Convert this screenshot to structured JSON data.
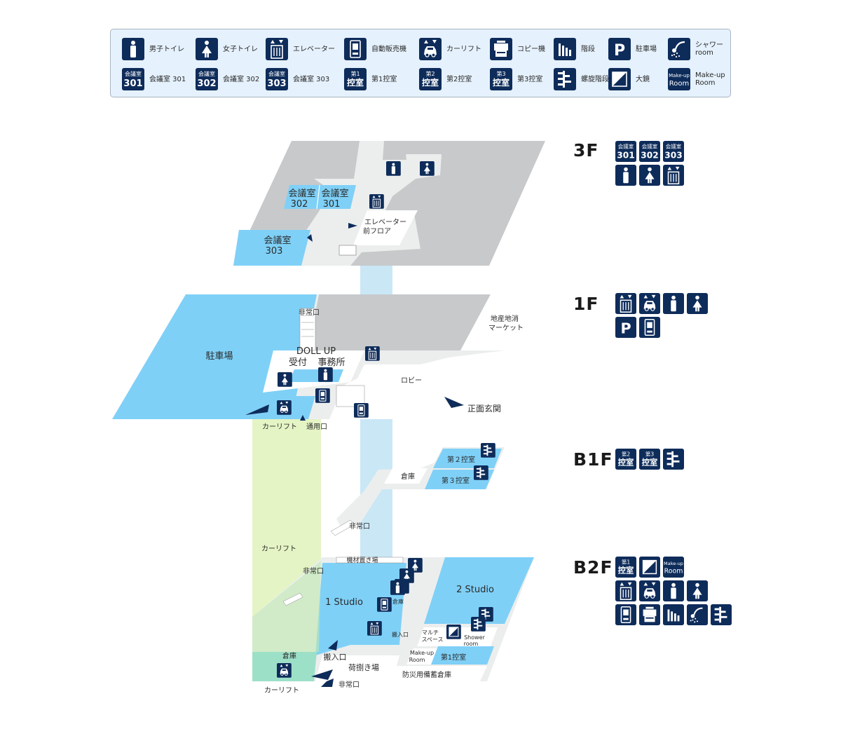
{
  "colors": {
    "navy": "#0e2c5a",
    "room_blue": "#7fd0f7",
    "gray_block": "#c7c9cb",
    "light_gray": "#eceeee",
    "elevator_shaft": "#b8dff3",
    "carlift_shaft": "#e4f4c4",
    "legend_bg": "#e5f1fc"
  },
  "legend": {
    "items": [
      {
        "icon": "mens-toilet-icon",
        "label": "男子トイレ"
      },
      {
        "icon": "womens-toilet-icon",
        "label": "女子トイレ"
      },
      {
        "icon": "elevator-icon",
        "label": "エレベーター"
      },
      {
        "icon": "vending-machine-icon",
        "label": "自動販売機"
      },
      {
        "icon": "car-lift-icon",
        "label": "カーリフト"
      },
      {
        "icon": "copier-icon",
        "label": "コピー機"
      },
      {
        "icon": "stairs-icon",
        "label": "階段"
      },
      {
        "icon": "parking-icon",
        "label": "駐車場"
      },
      {
        "icon": "shower-icon",
        "label": "シャワー\nroom"
      },
      {
        "icon": "meeting-room-301-icon",
        "label": "会議室 301"
      },
      {
        "icon": "meeting-room-302-icon",
        "label": "会議室 302"
      },
      {
        "icon": "meeting-room-303-icon",
        "label": "会議室 303"
      },
      {
        "icon": "waiting-room-1-icon",
        "label": "第1控室"
      },
      {
        "icon": "waiting-room-2-icon",
        "label": "第2控室"
      },
      {
        "icon": "waiting-room-3-icon",
        "label": "第3控室"
      },
      {
        "icon": "spiral-stairs-icon",
        "label": "螺旋階段"
      },
      {
        "icon": "mirror-icon",
        "label": "大鏡"
      },
      {
        "icon": "makeup-room-icon",
        "label": "Make-up\nRoom"
      }
    ]
  },
  "icon_text": {
    "room_word": "会議室",
    "r301": "301",
    "r302": "302",
    "r303": "303",
    "wr1": "第1",
    "wr2": "第2",
    "wr3": "第3",
    "wr_word": "控室",
    "parking": "P",
    "makeup_top": "Make-up",
    "makeup_bottom": "Room"
  },
  "floors": {
    "f3": {
      "label": "3F",
      "icons": [
        "meeting-room-301-icon",
        "meeting-room-302-icon",
        "meeting-room-303-icon",
        "mens-toilet-icon",
        "womens-toilet-icon",
        "elevator-icon"
      ],
      "rooms": {
        "r302_a": "会議室",
        "r302_b": "302",
        "r301_a": "会議室",
        "r301_b": "301",
        "r303_a": "会議室",
        "r303_b": "303",
        "ev_a": "エレベーター",
        "ev_b": "前フロア"
      }
    },
    "f1": {
      "label": "1F",
      "icons": [
        "elevator-icon",
        "car-lift-icon",
        "mens-toilet-icon",
        "womens-toilet-icon",
        "parking-icon",
        "vending-machine-icon"
      ],
      "rooms": {
        "parking": "駐車場",
        "emergency": "非常口",
        "dollup": "DOLL UP",
        "reception": "受付",
        "office": "事務所",
        "market_a": "地産地消",
        "market_b": "マーケット",
        "lobby": "ロビー",
        "main_entrance": "正面玄関",
        "carlift": "カーリフト",
        "service_door": "通用口"
      }
    },
    "b1": {
      "label": "B1F",
      "icons": [
        "waiting-room-2-icon",
        "waiting-room-3-icon",
        "spiral-stairs-icon"
      ],
      "rooms": {
        "storage": "倉庫",
        "wr2": "第２控室",
        "wr3": "第３控室",
        "emergency": "非常口"
      }
    },
    "b2": {
      "label": "B2F",
      "icons": [
        "waiting-room-1-icon",
        "mirror-icon",
        "makeup-room-icon",
        "elevator-icon",
        "car-lift-icon",
        "mens-toilet-icon",
        "womens-toilet-icon",
        "vending-machine-icon",
        "copier-icon",
        "stairs-icon",
        "shower-icon",
        "spiral-stairs-icon"
      ],
      "rooms": {
        "carlift_mid": "カーリフト",
        "emergency_left": "非常口",
        "equipment": "機材置き場",
        "studio1": "1 Studio",
        "studio2": "2 Studio",
        "storage_small": "倉庫",
        "loading_small": "搬入口",
        "multi_a": "マルチ",
        "multi_b": "スペース",
        "shower_a": "Shower",
        "shower_b": "room",
        "makeup_a": "Make-up",
        "makeup_b": "Room",
        "wr1": "第1控室",
        "storage_left": "倉庫",
        "loading": "搬入口",
        "unloading": "荷捌き場",
        "disaster": "防災用備蓄倉庫",
        "emergency_bottom": "非常口",
        "carlift_bottom": "カーリフト"
      }
    }
  }
}
